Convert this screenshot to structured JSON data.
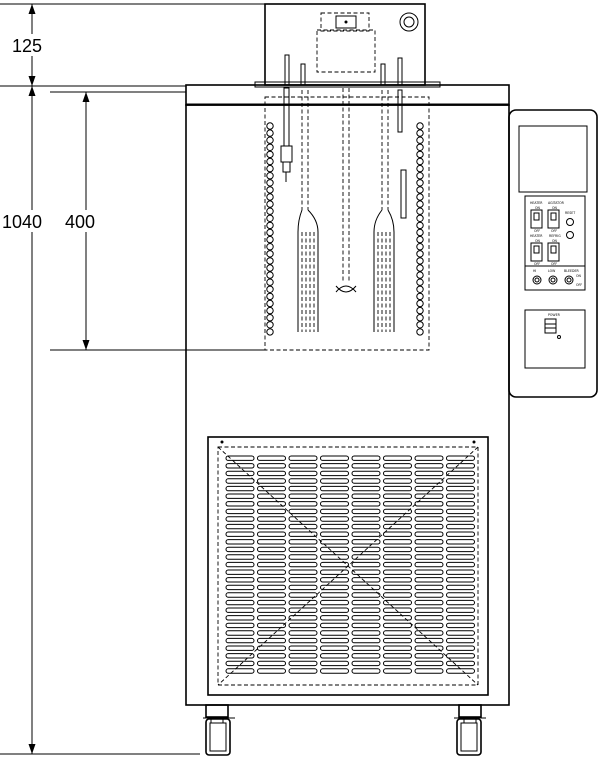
{
  "dimensions": {
    "top_height": "125",
    "overall_height": "1040",
    "bath_depth": "400"
  },
  "control_panel": {
    "heater_1": "HEATER",
    "agitator": "AGITATOR",
    "heater_2": "HEATER",
    "refrig": "REFRIG",
    "reset": "RESET",
    "on": "ON",
    "off": "OFF",
    "hi": "HI",
    "low": "LOW",
    "bleeder": "BLEEDER",
    "power": "POWER"
  },
  "icons": {
    "lid_knob": "round-knob-icon",
    "caster": "caster-wheel-icon"
  }
}
